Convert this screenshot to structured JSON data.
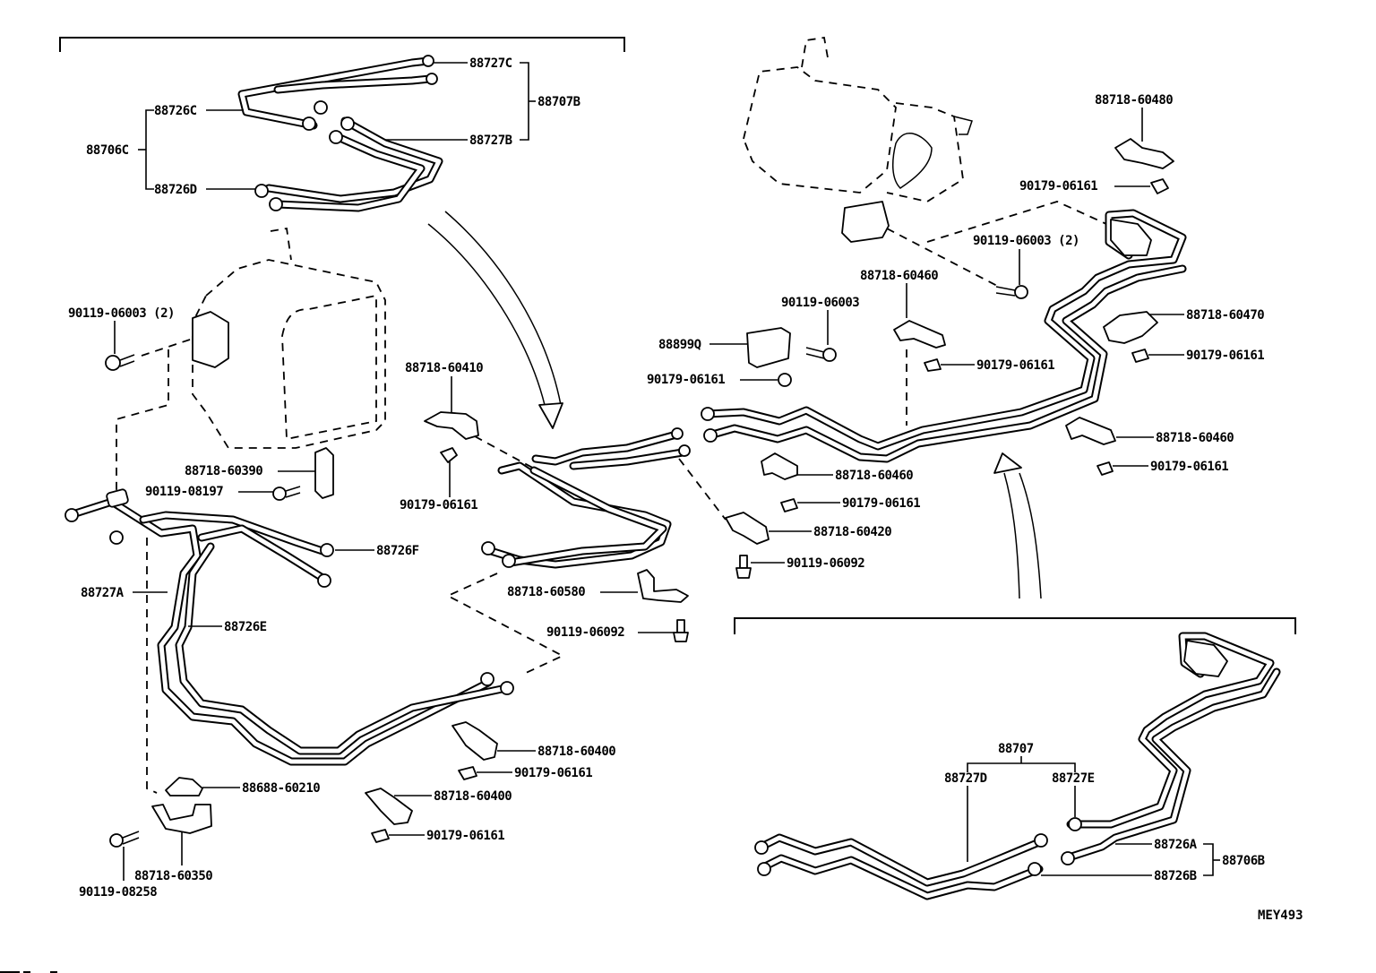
{
  "diagram": {
    "figure_code": "MEY493",
    "groups": {
      "top_left_assembly": {
        "assembly": "88706C",
        "sub_assembly": "88707B",
        "parts": [
          "88727C",
          "88726C",
          "88727B",
          "88726D"
        ]
      },
      "bottom_right_assembly": {
        "assembly": "88706B",
        "sub_assembly": "88707",
        "parts": [
          "88727D",
          "88727E",
          "88726A",
          "88726B"
        ]
      }
    },
    "labels": {
      "l_88727C": "88727C",
      "l_88707B": "88707B",
      "l_88726C": "88726C",
      "l_88706C": "88706C",
      "l_88727B": "88727B",
      "l_88726D": "88726D",
      "l_90119_06003_2_left": "90119-06003 (2)",
      "l_88718_60410": "88718-60410",
      "l_88718_60390": "88718-60390",
      "l_90119_08197": "90119-08197",
      "l_90179_06161_a": "90179-06161",
      "l_88726F": "88726F",
      "l_88727A": "88727A",
      "l_88726E": "88726E",
      "l_88718_60580": "88718-60580",
      "l_90119_06092_a": "90119-06092",
      "l_88718_60400_a": "88718-60400",
      "l_90179_06161_b": "90179-06161",
      "l_88718_60400_b": "88718-60400",
      "l_90179_06161_c": "90179-06161",
      "l_88688_60210": "88688-60210",
      "l_88718_60350": "88718-60350",
      "l_90119_08258": "90119-08258",
      "l_88899Q": "88899Q",
      "l_90119_06003_mid": "90119-06003",
      "l_90179_06161_d": "90179-06161",
      "l_88718_60460_a": "88718-60460",
      "l_90179_06161_e": "90179-06161",
      "l_90119_06003_2_right": "90119-06003 (2)",
      "l_88718_60480": "88718-60480",
      "l_90179_06161_f": "90179-06161",
      "l_88718_60470": "88718-60470",
      "l_90179_06161_g": "90179-06161",
      "l_88718_60460_b": "88718-60460",
      "l_90179_06161_h": "90179-06161",
      "l_88718_60460_c": "88718-60460",
      "l_90179_06161_i": "90179-06161",
      "l_88718_60420": "88718-60420",
      "l_90119_06092_b": "90119-06092",
      "l_88707": "88707",
      "l_88727D": "88727D",
      "l_88727E": "88727E",
      "l_88726A": "88726A",
      "l_88706B": "88706B",
      "l_88726B": "88726B"
    }
  }
}
